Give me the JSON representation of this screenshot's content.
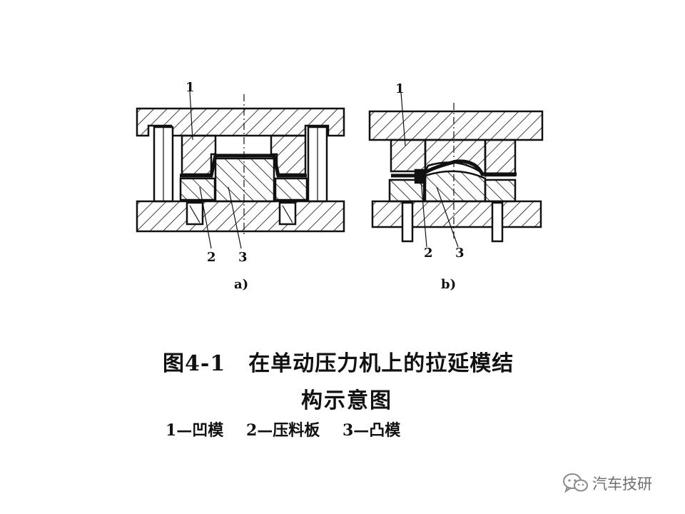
{
  "figure": {
    "panel_a": {
      "label": "a)",
      "callouts": [
        "1",
        "2",
        "3"
      ]
    },
    "panel_b": {
      "label": "b)",
      "callouts": [
        "1",
        "2",
        "3"
      ]
    }
  },
  "caption": {
    "number": "图4-1",
    "title_line1": "在单动压力机上的拉延模结",
    "title_line2": "构示意图"
  },
  "legend": [
    {
      "text": "1—凹模"
    },
    {
      "text": "2—压料板"
    },
    {
      "text": "3—凸模"
    }
  ],
  "watermark": {
    "text": "汽车技研",
    "icon": "wechat-icon"
  },
  "colors": {
    "ink": "#111111",
    "background": "#ffffff",
    "watermark": "#6e6e6e"
  }
}
